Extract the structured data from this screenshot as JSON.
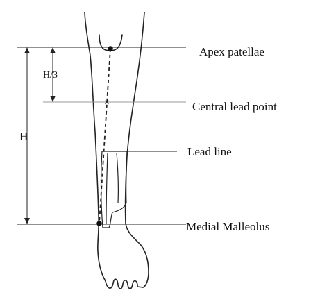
{
  "labels": {
    "apex": "Apex patellae",
    "central": "Central lead point",
    "lead_line": "Lead line",
    "malleolus": "Medial Malleolus"
  },
  "dimensions": {
    "h_third": "H/3",
    "h": "H",
    "central_mark": "×"
  },
  "colors": {
    "line": "#222222",
    "light_guide": "#9a9a9a",
    "background": "#ffffff"
  }
}
